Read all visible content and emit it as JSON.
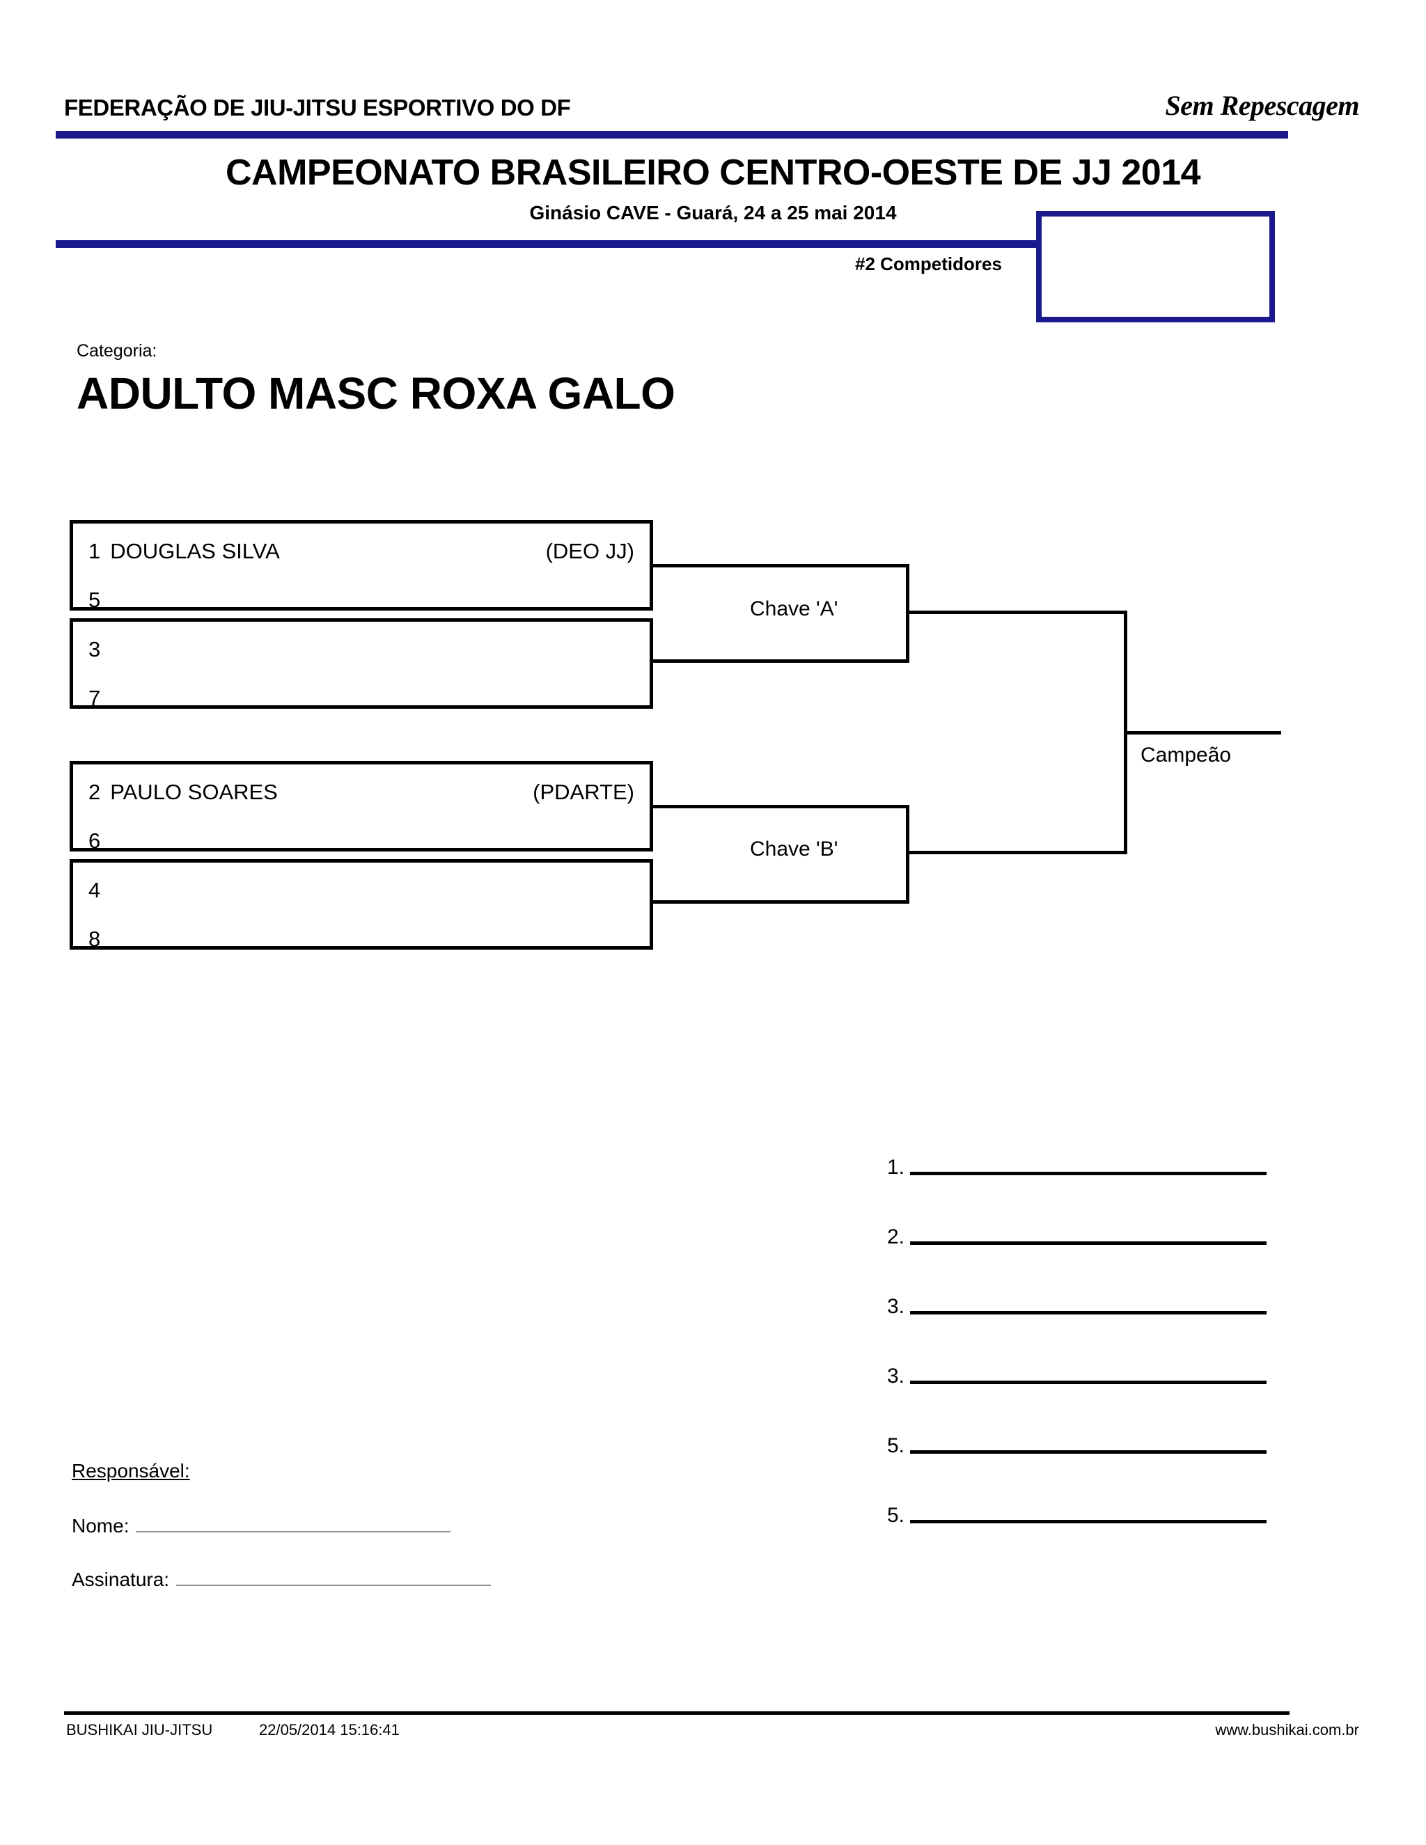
{
  "header": {
    "federation": "FEDERAÇÃO DE JIU-JITSU ESPORTIVO DO DF",
    "format_note": "Sem Repescagem",
    "championship": "CAMPEONATO BRASILEIRO CENTRO-OESTE DE JJ 2014",
    "venue": "Ginásio CAVE - Guará, 24 a 25 mai 2014",
    "competitors_count": "#2 Competidores",
    "rule_color": "#1a1a8c"
  },
  "category": {
    "label": "Categoria:",
    "name": "ADULTO MASC ROXA GALO"
  },
  "bracket": {
    "slots": [
      {
        "seed": "1",
        "name": "DOUGLAS SILVA",
        "team": "(DEO JJ)",
        "second_seed": "5"
      },
      {
        "seed": "",
        "name": "",
        "team": "",
        "second_seed": "3",
        "third_seed": "7"
      },
      {
        "seed": "2",
        "name": "PAULO SOARES",
        "team": "(PDARTE)",
        "second_seed": "6"
      },
      {
        "seed": "",
        "name": "",
        "team": "",
        "second_seed": "4",
        "third_seed": "8"
      }
    ],
    "chave_a": "Chave 'A'",
    "chave_b": "Chave 'B'",
    "champion": "Campeão"
  },
  "placements": [
    {
      "rank": "1."
    },
    {
      "rank": "2."
    },
    {
      "rank": "3."
    },
    {
      "rank": "3."
    },
    {
      "rank": "5."
    },
    {
      "rank": "5."
    }
  ],
  "responsible": {
    "title": "Responsável:",
    "name_label": "Nome:",
    "signature_label": "Assinatura:"
  },
  "footer": {
    "org": "BUSHIKAI JIU-JITSU",
    "timestamp": "22/05/2014 15:16:41",
    "website": "www.bushikai.com.br"
  }
}
